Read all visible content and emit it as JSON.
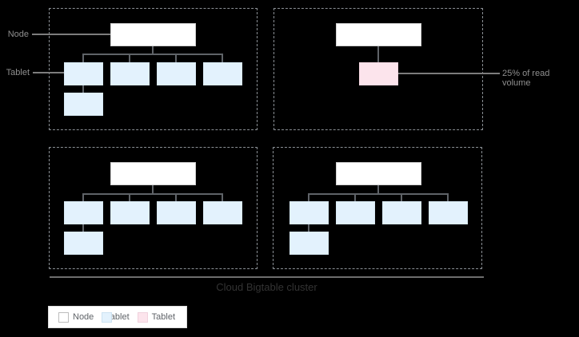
{
  "diagram": {
    "title": "Cloud Bigtable cluster",
    "annotations": {
      "node": "Node",
      "tablet": "Tablet",
      "read_volume": "25% of read volume"
    },
    "nodes": [
      {
        "id": "node-1",
        "position": "top-left",
        "tablets": 5,
        "hot_tablets": 0
      },
      {
        "id": "node-2",
        "position": "top-right",
        "tablets": 0,
        "hot_tablets": 1
      },
      {
        "id": "node-3",
        "position": "bottom-left",
        "tablets": 5,
        "hot_tablets": 0
      },
      {
        "id": "node-4",
        "position": "bottom-right",
        "tablets": 5,
        "hot_tablets": 0
      }
    ],
    "colors": {
      "background": "#000000",
      "node_fill": "#ffffff",
      "tablet_fill": "#e3f2fd",
      "hot_tablet_fill": "#fce4ec",
      "connector_line": "#5f6368",
      "dashed_border": "#8a8f94",
      "annotation_text": "#8f8f8f",
      "cluster_title_text": "#333333"
    }
  },
  "legend": {
    "items": [
      {
        "label": "Node",
        "color": "#ffffff"
      },
      {
        "label": "Tablet",
        "color": "#e3f2fd"
      },
      {
        "label": "Tablet",
        "color": "#fce4ec"
      }
    ]
  }
}
